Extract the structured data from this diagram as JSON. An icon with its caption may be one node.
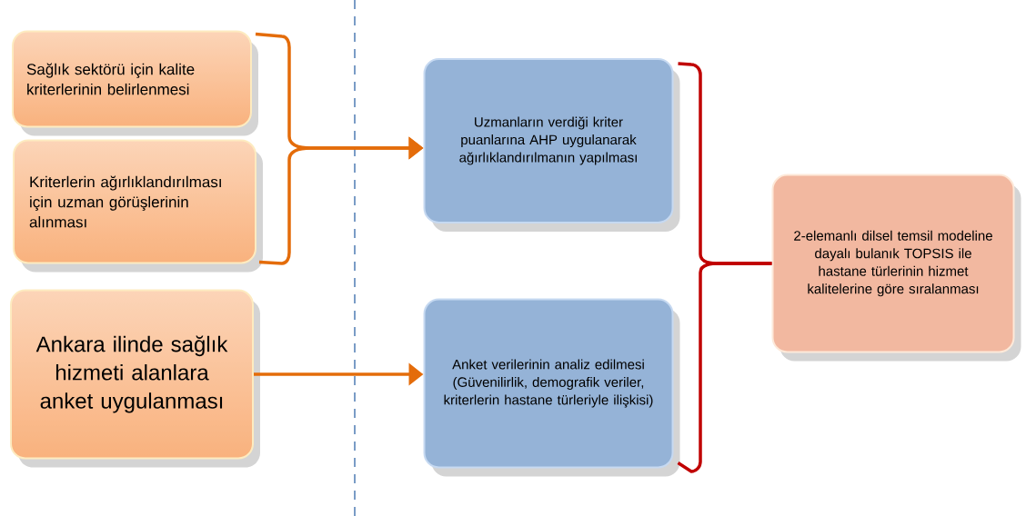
{
  "diagram": {
    "nodes": [
      {
        "text": [
          "Sağlık sektörü için kalite kriterlerinin belirlenmesi"
        ]
      },
      {
        "text": [
          "Kriterlerin ağırlıklandırılması için uzman görüşlerinin alınması"
        ]
      },
      {
        "text": [
          "Ankara ilinde sağlık hizmeti alanlara anket uygulanması"
        ]
      },
      {
        "text": [
          "Uzmanların verdiği kriter puanlarına AHP uygulanarak ağırlıklandırılmanın yapılması"
        ]
      },
      {
        "text": [
          "Anket verilerinin analiz edilmesi (Güvenilirlik, demografik veriler, kriterlerin hastane türleriyle ilişkisi)"
        ]
      },
      {
        "text": [
          "2-elemanlı dilsel temsil modeline dayalı bulanık TOPSIS ile hastane türlerinin hizmet kalitelerine göre sıralanması"
        ]
      }
    ],
    "edges": [
      {
        "from": 0,
        "to": 3,
        "arrow": "to"
      },
      {
        "from": 1,
        "to": 3,
        "arrow": "to"
      },
      {
        "from": 2,
        "to": 4,
        "arrow": "to"
      },
      {
        "from": 3,
        "to": 5,
        "arrow": "none",
        "color": "#c00000"
      },
      {
        "from": 4,
        "to": 5,
        "arrow": "none",
        "color": "#c00000"
      }
    ]
  }
}
